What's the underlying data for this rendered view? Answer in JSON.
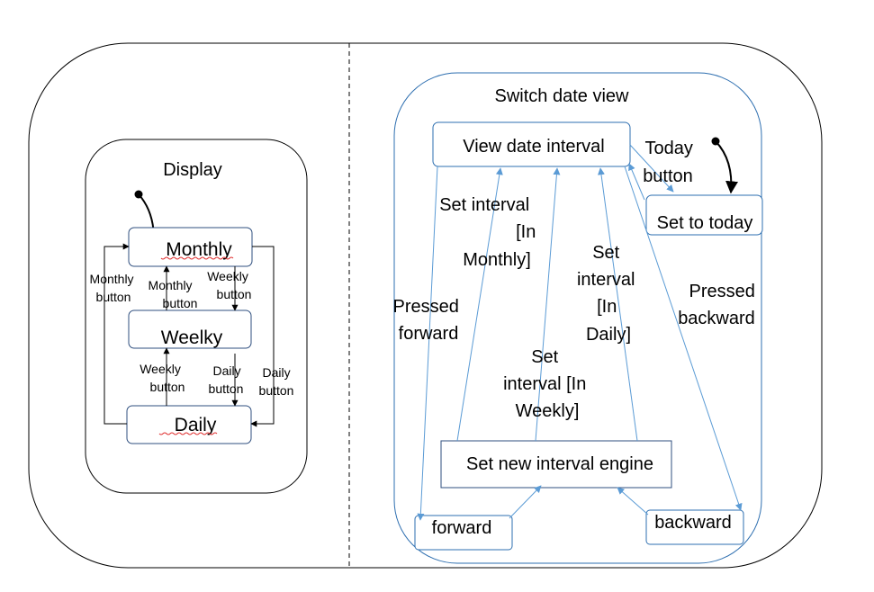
{
  "colors": {
    "outline": "#000000",
    "state_border_left": "#2f4f7f",
    "state_border_right": "#2e6fb0",
    "arrow_blue": "#5b9bd5",
    "spellcheck": "#e03030"
  },
  "left": {
    "title": "Display",
    "states": {
      "monthly": "Monthly",
      "weekly": "Weelky",
      "daily": "Daily"
    },
    "labels": {
      "monthly_button_outer_1": "Monthly",
      "monthly_button_outer_2": "button",
      "monthly_button_inner_1": "Monthly",
      "monthly_button_inner_2": "button",
      "weekly_button_top_1": "Weekly",
      "weekly_button_top_2": "button",
      "weekly_button_bottom_1": "Weekly",
      "weekly_button_bottom_2": "button",
      "daily_button_inner_1": "Daily",
      "daily_button_inner_2": "button",
      "daily_button_outer_1": "Daily",
      "daily_button_outer_2": "button"
    }
  },
  "right": {
    "title": "Switch date view",
    "states": {
      "view_date_interval": "View date interval",
      "set_to_today": "Set to today",
      "set_new_interval_engine": "Set new interval engine",
      "forward": "forward",
      "backward": "backward"
    },
    "labels": {
      "today_button_1": "Today",
      "today_button_2": "button",
      "set_interval_monthly_1": "Set interval",
      "set_interval_monthly_2": "[In",
      "set_interval_monthly_3": "Monthly]",
      "set_interval_daily_1": "Set",
      "set_interval_daily_2": "interval",
      "set_interval_daily_3": "[In",
      "set_interval_daily_4": "Daily]",
      "set_interval_weekly_1": "Set",
      "set_interval_weekly_2": "interval [In",
      "set_interval_weekly_3": "Weekly]",
      "pressed_forward_1": "Pressed",
      "pressed_forward_2": "forward",
      "pressed_backward_1": "Pressed",
      "pressed_backward_2": "backward"
    }
  }
}
